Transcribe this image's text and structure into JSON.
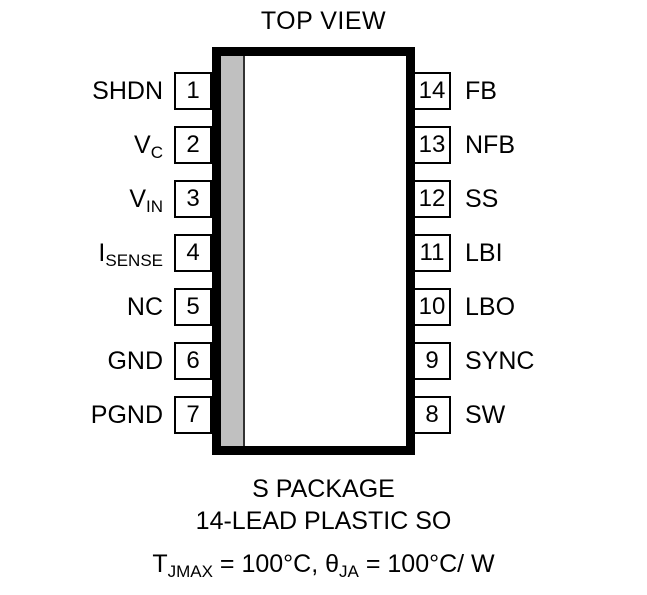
{
  "figure": {
    "title": "TOP VIEW",
    "package_outline_color": "#000000",
    "package_fill_color": "#ffffff",
    "stripe_color": "#c0c0c0",
    "text_color": "#000000"
  },
  "pins": {
    "left": [
      {
        "number": "1",
        "label": "SHDN",
        "sub": ""
      },
      {
        "number": "2",
        "label": "V",
        "sub": "C"
      },
      {
        "number": "3",
        "label": "V",
        "sub": "IN"
      },
      {
        "number": "4",
        "label": "I",
        "sub": "SENSE"
      },
      {
        "number": "5",
        "label": "NC",
        "sub": ""
      },
      {
        "number": "6",
        "label": "GND",
        "sub": ""
      },
      {
        "number": "7",
        "label": "PGND",
        "sub": ""
      }
    ],
    "right": [
      {
        "number": "14",
        "label": "FB",
        "sub": ""
      },
      {
        "number": "13",
        "label": "NFB",
        "sub": ""
      },
      {
        "number": "12",
        "label": "SS",
        "sub": ""
      },
      {
        "number": "11",
        "label": "LBI",
        "sub": ""
      },
      {
        "number": "10",
        "label": "LBO",
        "sub": ""
      },
      {
        "number": "9",
        "label": "SYNC",
        "sub": ""
      },
      {
        "number": "8",
        "label": "SW",
        "sub": ""
      }
    ]
  },
  "caption": {
    "line1": "S PACKAGE",
    "line2": "14-LEAD PLASTIC SO",
    "line3_part1": "T",
    "line3_sub1": "JMAX",
    "line3_part2": " = 100°C, θ",
    "line3_sub2": "JA",
    "line3_part3": " = 100°C/ W"
  }
}
